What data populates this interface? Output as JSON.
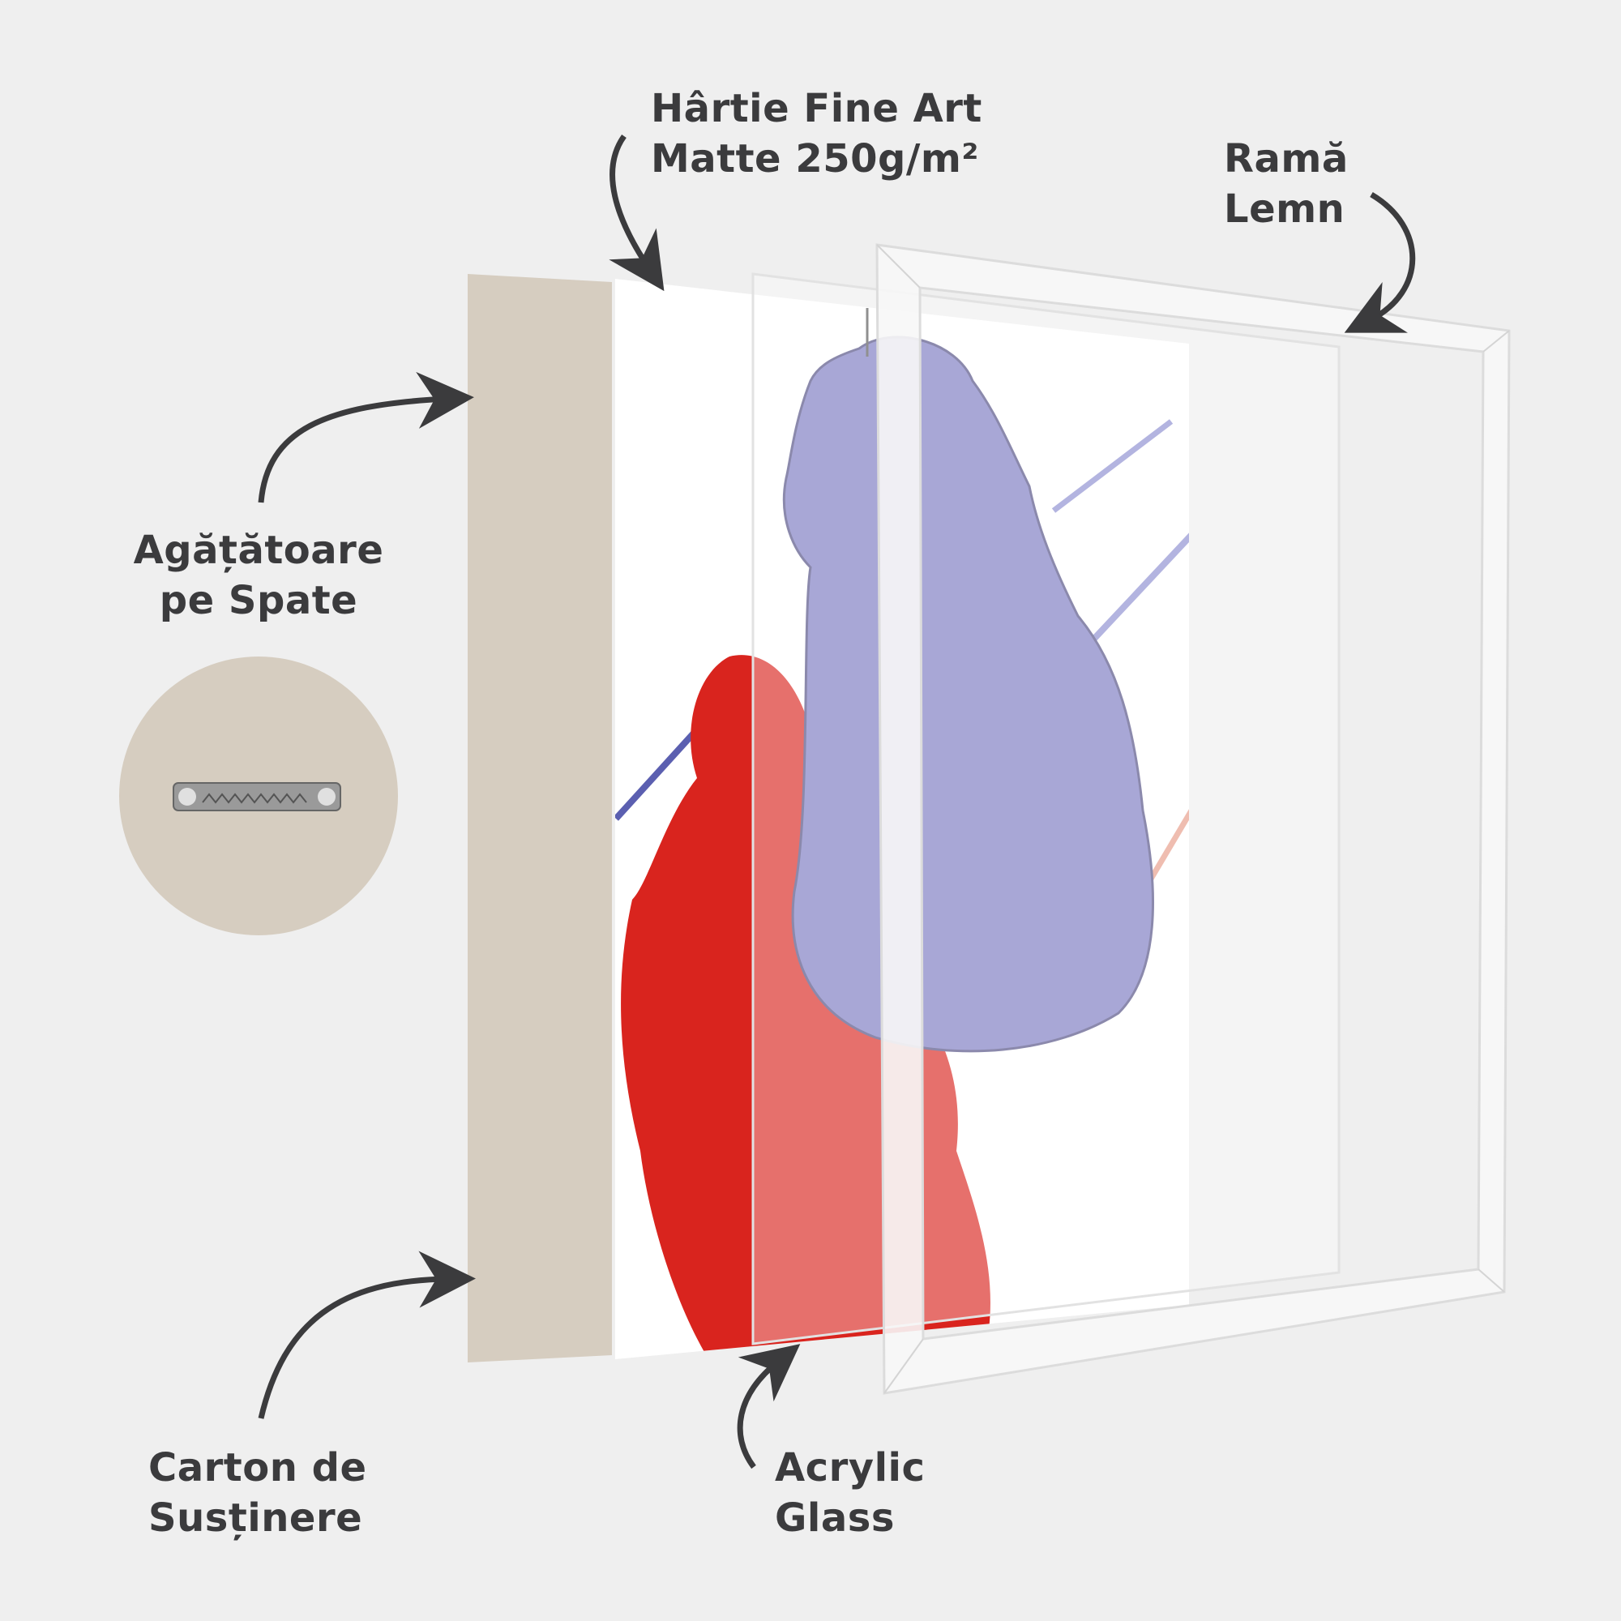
{
  "labels": {
    "paper": {
      "line1": "Hârtie Fine Art",
      "line2": "Matte 250g/m²"
    },
    "frame": {
      "line1": "Ramă",
      "line2": "Lemn"
    },
    "hanger": {
      "line1": "Agățătoare",
      "line2": "pe Spate"
    },
    "backing": {
      "line1": "Carton de",
      "line2": "Susținere"
    },
    "acrylic": {
      "line1": "Acrylic",
      "line2": "Glass"
    }
  },
  "colors": {
    "background": "#efefef",
    "text": "#3b3b3d",
    "cardboard": "#d6cdc0",
    "glove_red": "#d9241e",
    "glove_blue": "#7a78c0",
    "frame": "#f4f4f4"
  }
}
